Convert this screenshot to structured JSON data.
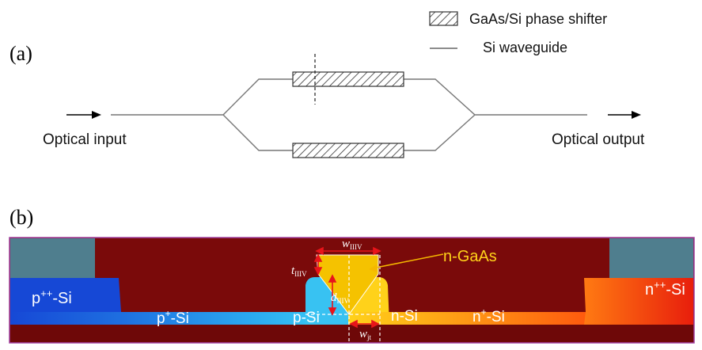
{
  "panel_a": {
    "label": "(a)",
    "legend": {
      "shifter": "GaAs/Si phase shifter",
      "waveguide": "Si waveguide"
    },
    "input_label": "Optical input",
    "output_label": "Optical output"
  },
  "panel_b": {
    "label": "(b)",
    "regions": {
      "p_pp": {
        "base": "p",
        "sup": "++",
        "rest": "-Si"
      },
      "p_p": {
        "base": "p",
        "sup": "+",
        "rest": "-Si"
      },
      "p_si": "p-Si",
      "n_si": "n-Si",
      "n_p": {
        "base": "n",
        "sup": "+",
        "rest": "-Si"
      },
      "n_pp": {
        "base": "n",
        "sup": "++",
        "rest": "-Si"
      },
      "n_gaas": "n-GaAs"
    },
    "dims": {
      "w_iiiv": {
        "base": "w",
        "sub": "IIIV"
      },
      "t_iiiv": {
        "base": "t",
        "sub": "IIIV"
      },
      "d_iiiv": {
        "base": "d",
        "sub": "IIIV"
      },
      "w_jt": {
        "base": "w",
        "sub": "jt"
      }
    },
    "colors": {
      "cladding": "#7a0a0a",
      "contact": "#4f7e8e",
      "gaas": "#f5c200",
      "p_doped": "#1a5ed8",
      "n_doped": "#ff6a10"
    }
  }
}
